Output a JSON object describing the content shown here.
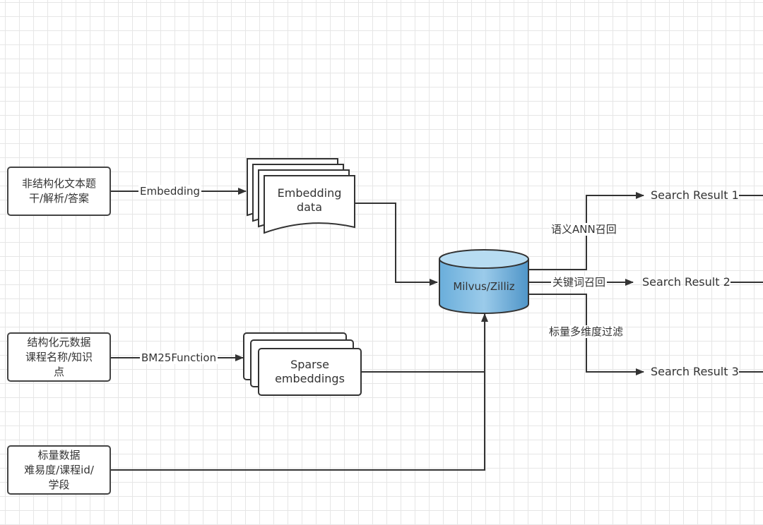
{
  "nodes": {
    "unstructured": {
      "lines": [
        "非结构化文本题",
        "干/解析/答案"
      ]
    },
    "structured": {
      "lines": [
        "结构化元数据",
        "课程名称/知识",
        "点"
      ]
    },
    "scalar": {
      "lines": [
        "标量数据",
        "难易度/课程id/",
        "学段"
      ]
    },
    "embedding_data": {
      "lines": [
        "Embedding",
        "data"
      ]
    },
    "sparse": {
      "lines": [
        "Sparse",
        "embeddings"
      ]
    },
    "database": {
      "label": "Milvus/Zilliz"
    }
  },
  "edges": {
    "embedding": "Embedding",
    "bm25": "BM25Function",
    "semantic": "语义ANN召回",
    "keyword": "关键词召回",
    "scalar_filter": "标量多维度过滤"
  },
  "results": {
    "r1": "Search Result 1",
    "r2": "Search Result 2",
    "r3": "Search Result 3"
  },
  "colors": {
    "stroke": "#333333",
    "cylinder_top": "#a9d3ee",
    "cylinder_body": "#4f9bd0",
    "grid": "#e6e6e6"
  }
}
